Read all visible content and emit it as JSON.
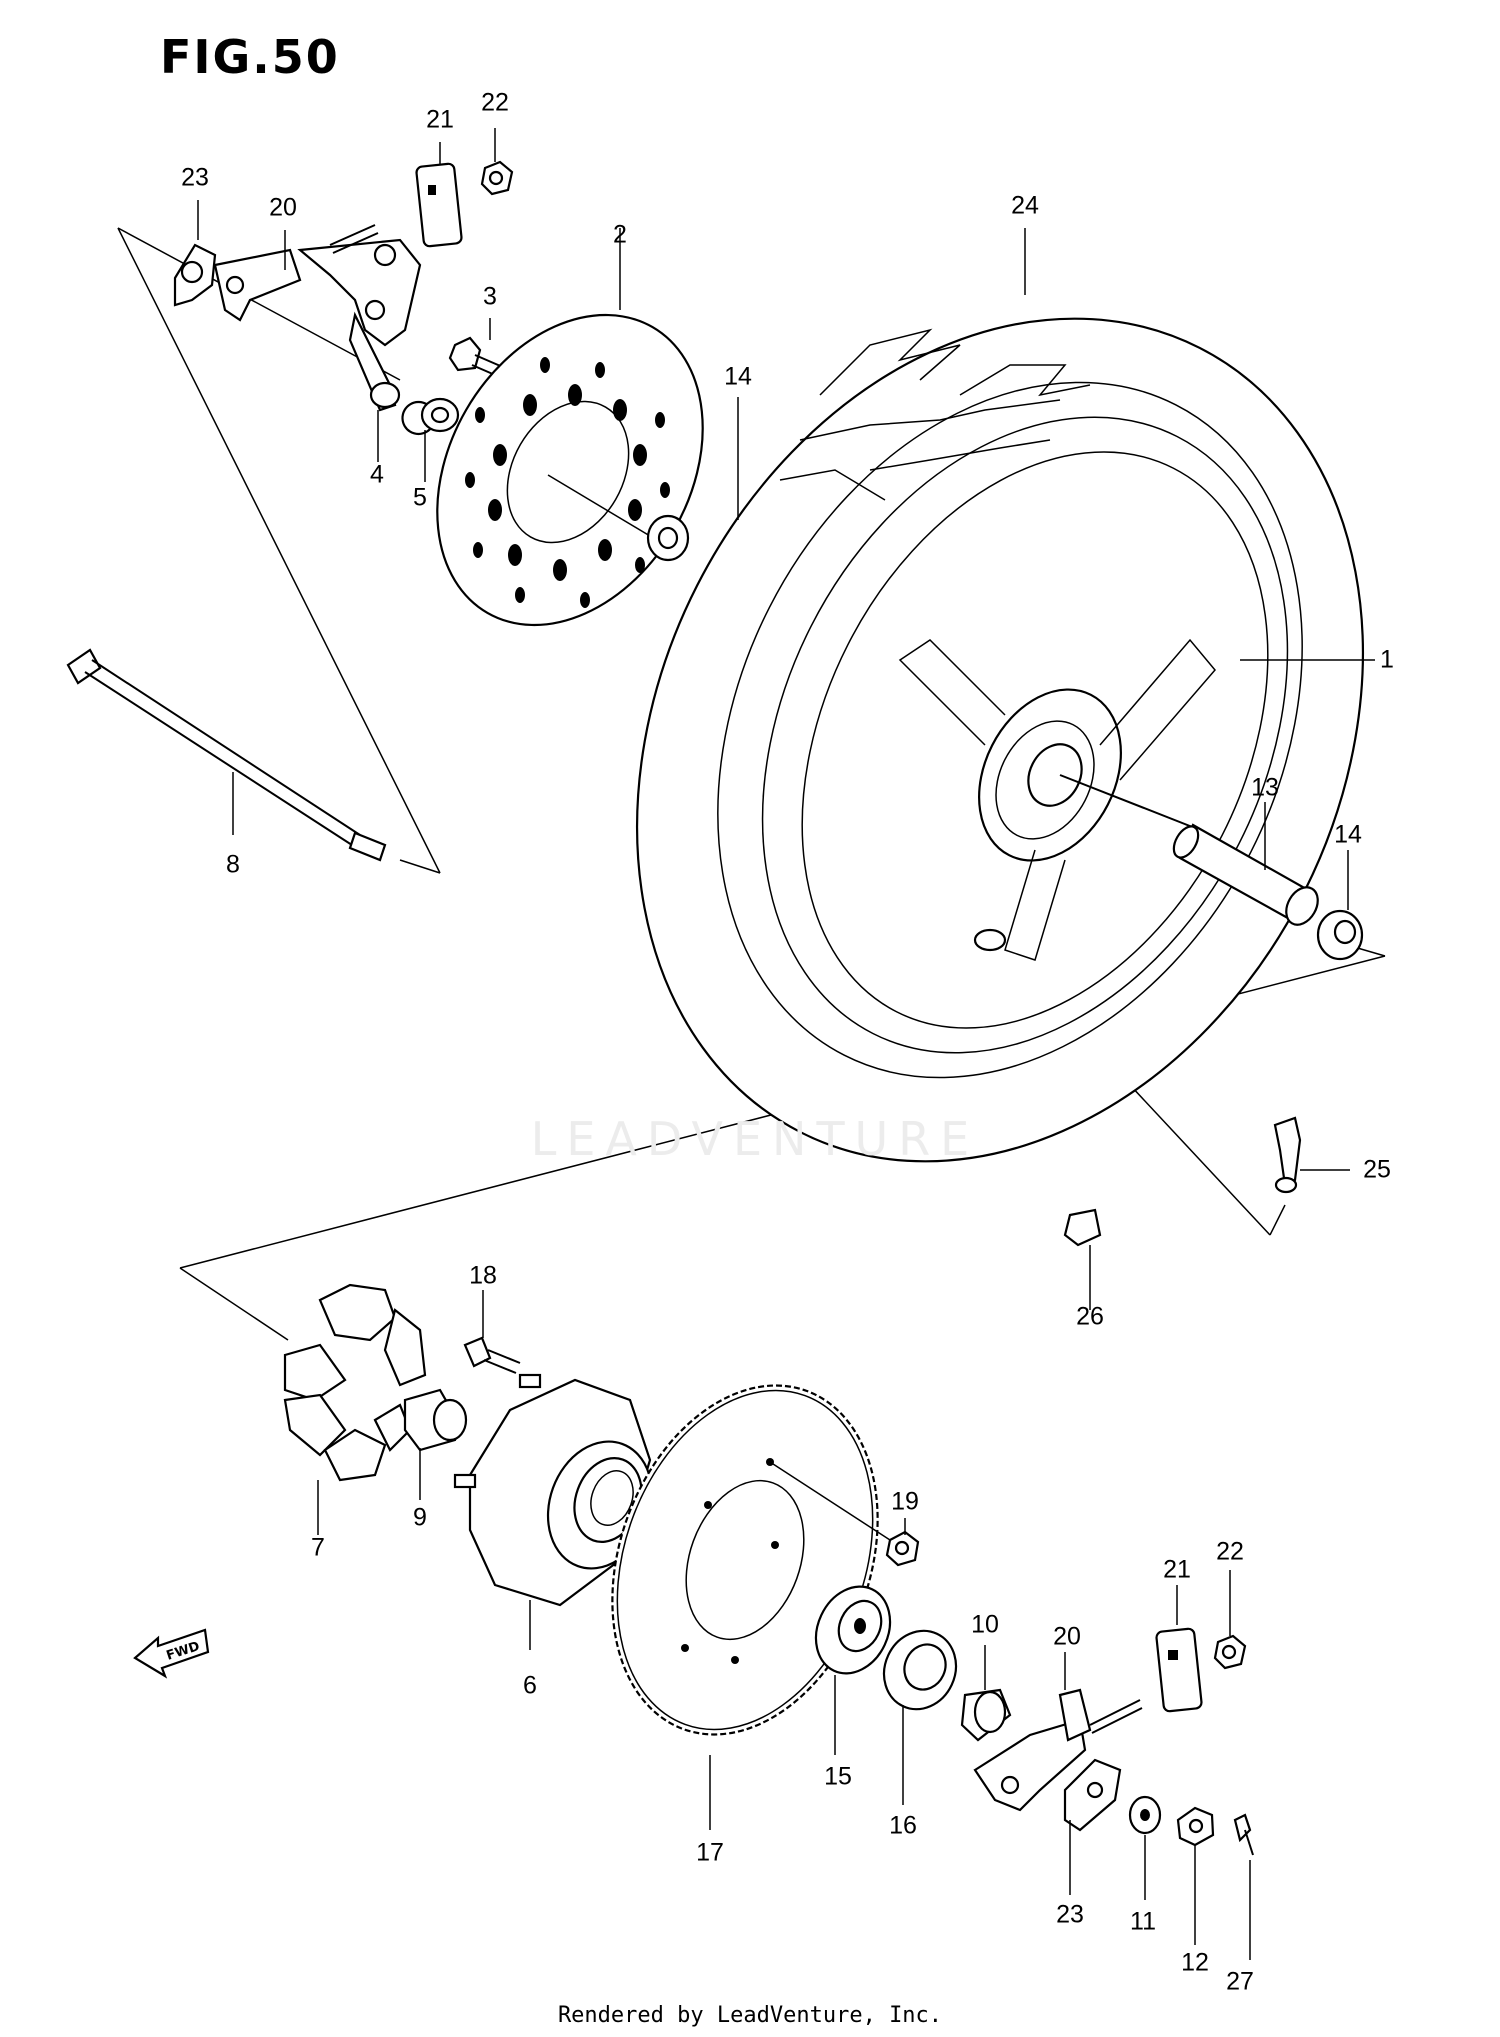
{
  "figure": {
    "title": "FIG.50"
  },
  "callouts": [
    {
      "id": "c23a",
      "text": "23"
    },
    {
      "id": "c20a",
      "text": "20"
    },
    {
      "id": "c21a",
      "text": "21"
    },
    {
      "id": "c22a",
      "text": "22"
    },
    {
      "id": "c3",
      "text": "3"
    },
    {
      "id": "c4",
      "text": "4"
    },
    {
      "id": "c5",
      "text": "5"
    },
    {
      "id": "c2",
      "text": "2"
    },
    {
      "id": "c14a",
      "text": "14"
    },
    {
      "id": "c24",
      "text": "24"
    },
    {
      "id": "c1",
      "text": "1"
    },
    {
      "id": "c8",
      "text": "8"
    },
    {
      "id": "c13",
      "text": "13"
    },
    {
      "id": "c14b",
      "text": "14"
    },
    {
      "id": "c25",
      "text": "25"
    },
    {
      "id": "c26",
      "text": "26"
    },
    {
      "id": "c18",
      "text": "18"
    },
    {
      "id": "c7",
      "text": "7"
    },
    {
      "id": "c9",
      "text": "9"
    },
    {
      "id": "c6",
      "text": "6"
    },
    {
      "id": "c19",
      "text": "19"
    },
    {
      "id": "c10",
      "text": "10"
    },
    {
      "id": "c20b",
      "text": "20"
    },
    {
      "id": "c21b",
      "text": "21"
    },
    {
      "id": "c22b",
      "text": "22"
    },
    {
      "id": "c15",
      "text": "15"
    },
    {
      "id": "c16",
      "text": "16"
    },
    {
      "id": "c17",
      "text": "17"
    },
    {
      "id": "c23b",
      "text": "23"
    },
    {
      "id": "c11",
      "text": "11"
    },
    {
      "id": "c12",
      "text": "12"
    },
    {
      "id": "c27",
      "text": "27"
    }
  ],
  "direction_arrow": {
    "label": "FWD",
    "icon": "forward-arrow-icon"
  },
  "watermark": {
    "text": "LEADVENTURE"
  },
  "footer": {
    "text": "Rendered by LeadVenture, Inc."
  }
}
